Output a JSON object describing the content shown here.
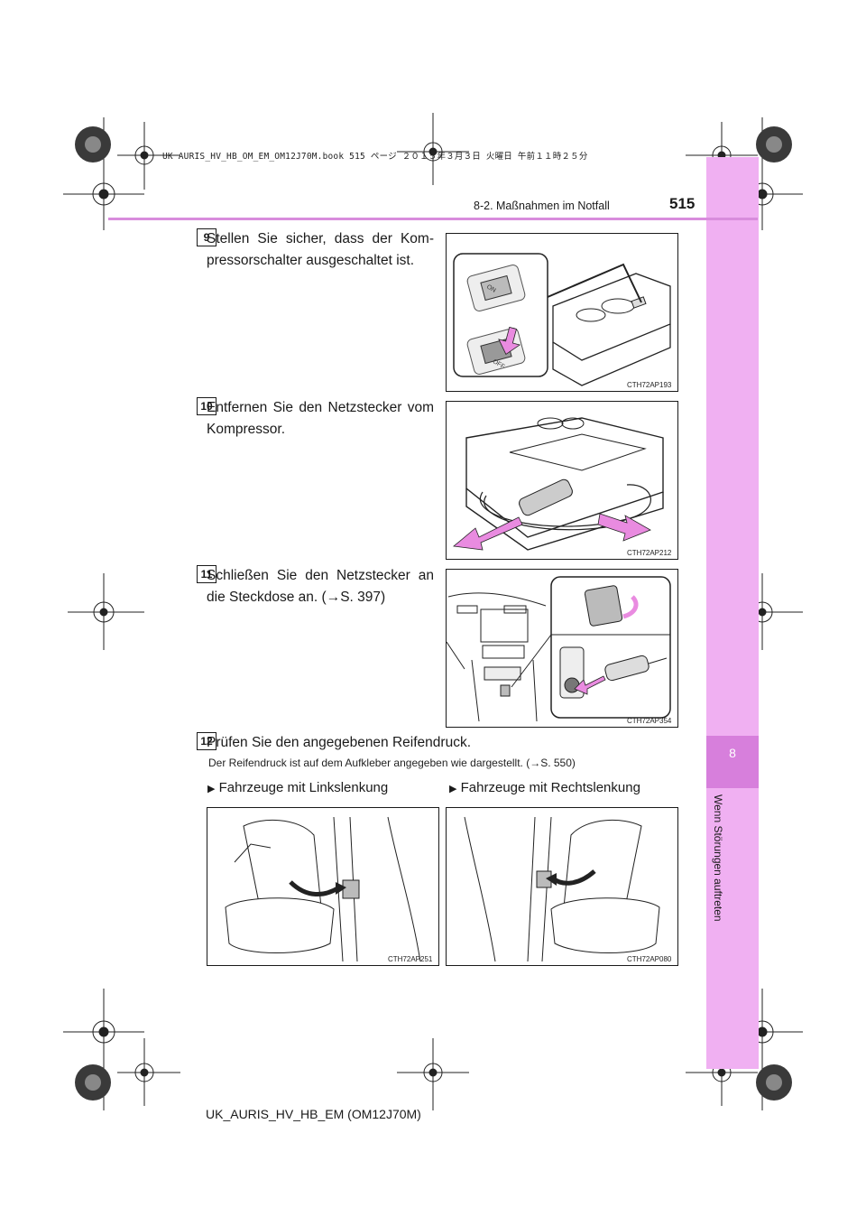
{
  "print_line": "UK AURIS_HV_HB_OM_EM_OM12J70M.book  515 ページ  ２０１５年３月３日  火曜日  午前１１時２５分",
  "header": {
    "page_number": "515",
    "section": "8-2. Maßnahmen im Notfall"
  },
  "side_tab": {
    "chapter": "8",
    "title": "Wenn Störungen auftreten"
  },
  "steps": [
    {
      "number": "9",
      "text": "Stellen Sie sicher, dass der Kom-pressorschalter ausgeschaltet ist.",
      "figure_code": "CTH72AP193"
    },
    {
      "number": "10",
      "text": "Entfernen Sie den Netzstecker vom Kompressor.",
      "figure_code": "CTH72AP212"
    },
    {
      "number": "11",
      "text": "Schließen Sie den Netzstecker an die Steckdose an. (→S. 397)",
      "figure_code": "CTH72AP354"
    },
    {
      "number": "12",
      "text": "Prüfen Sie den angegebenen Reifendruck."
    }
  ],
  "note": "Der Reifendruck ist auf dem Aufkleber angegeben wie dargestellt. (→S. 550)",
  "variants": [
    {
      "label": "Fahrzeuge mit Linkslenkung",
      "figure_code": "CTH72AP251"
    },
    {
      "label": "Fahrzeuge mit Rechtslenkung",
      "figure_code": "CTH72AP080"
    }
  ],
  "switch_labels": {
    "on": "ON",
    "off": "OFF"
  },
  "footer": {
    "model_code": "UK_AURIS_HV_HB_EM (OM12J70M)"
  },
  "colors": {
    "accent": "#d88cdc",
    "side_tab": "#f0b0f2",
    "side_tab_dark": "#d77fdc",
    "arrow_pink": "#e98be0"
  }
}
